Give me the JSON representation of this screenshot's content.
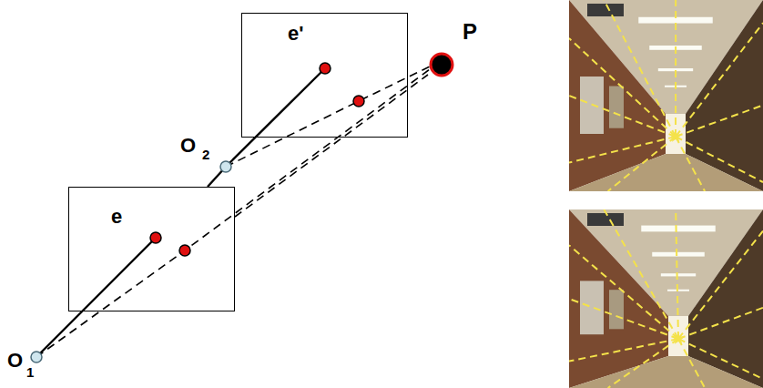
{
  "diagram": {
    "nodes": [
      {
        "text": [
          "e'"
        ]
      },
      {
        "text": [
          "e"
        ]
      }
    ],
    "labels": [
      "P",
      "O",
      "2",
      "O",
      "1"
    ]
  }
}
